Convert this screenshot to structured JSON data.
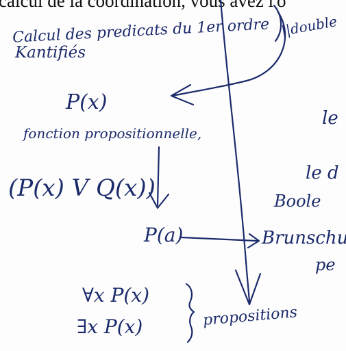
{
  "printed_line": "calcul de la coordination, vous avez l'o",
  "notes": {
    "line1": "Calcul des predicats du 1er ordre",
    "line1b": "Kantifiés",
    "double": "||double",
    "px": "P(x)",
    "fonction": "fonction propositionnelle,",
    "disjunction": "(P(x) V Q(x))",
    "pa": "P(a)",
    "le1": "le",
    "le2": "le d",
    "boole": "Boole",
    "brunschvicg": "Brunschu",
    "pe": "pe",
    "forall": "∀x P(x)",
    "exists": "∃x P(x)",
    "propositions": "propositions"
  },
  "colors": {
    "ink": "#1c2b6b",
    "print": "#111111",
    "paper": "#fdfdfd"
  }
}
